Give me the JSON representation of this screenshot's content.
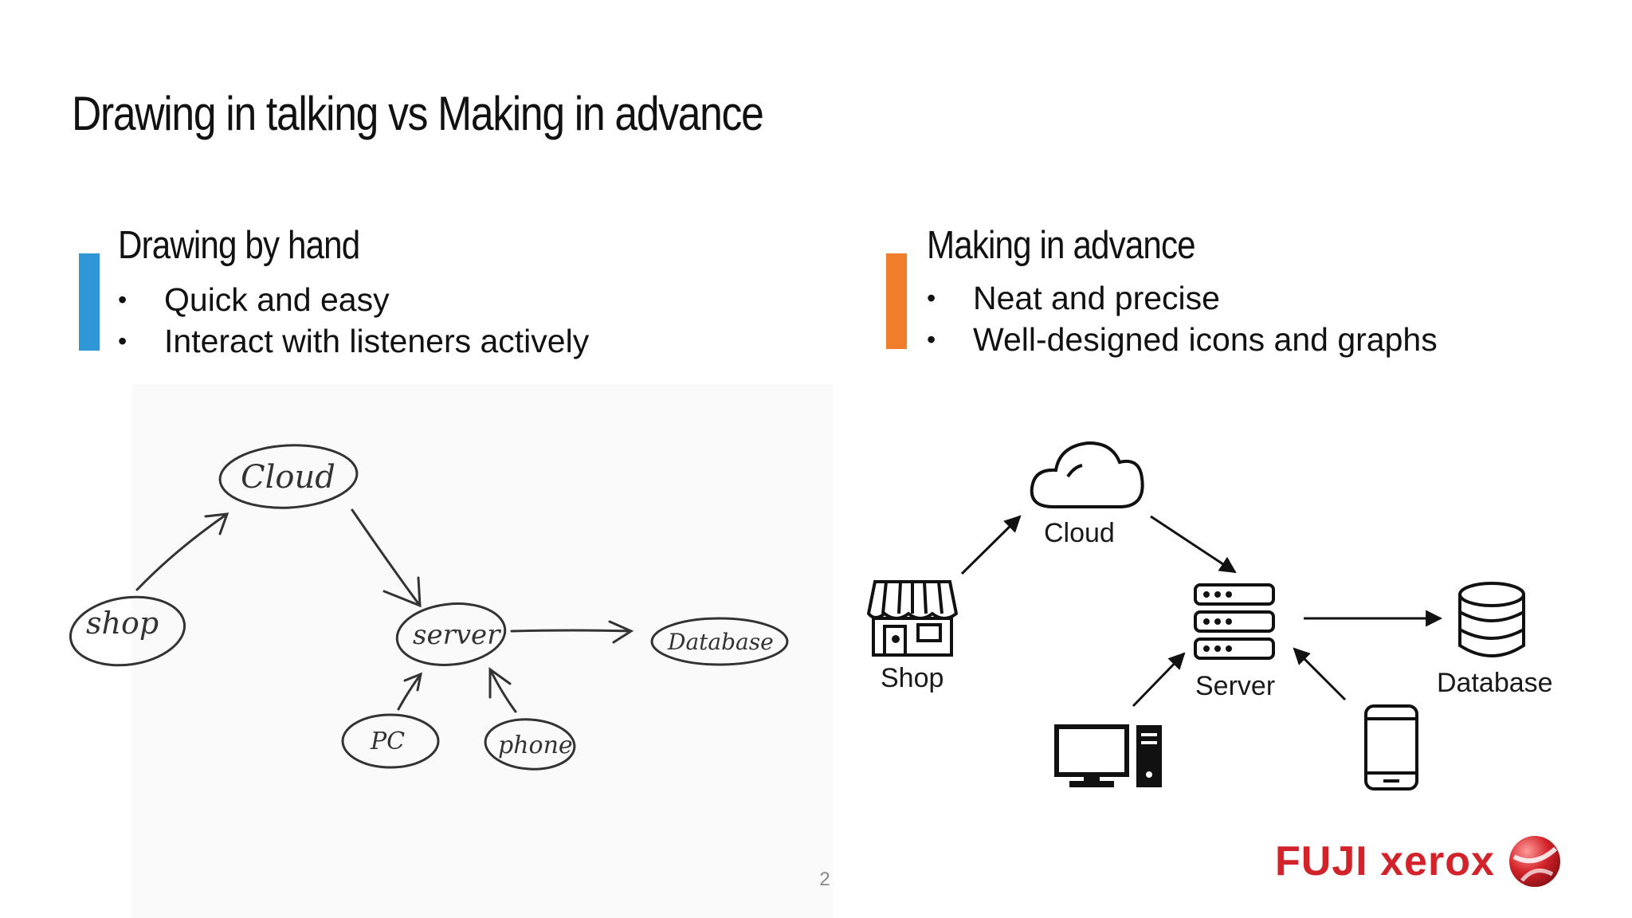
{
  "slide": {
    "title": "Drawing in talking vs Making in advance",
    "page_number": "2",
    "logo_text": "FUJI xerox"
  },
  "left": {
    "heading": "Drawing by hand",
    "accent_color": "#2f97d6",
    "bullets": [
      "Quick and easy",
      "Interact with listeners actively"
    ]
  },
  "right": {
    "heading": "Making in advance",
    "accent_color": "#ef7d2c",
    "bullets": [
      "Neat and precise",
      "Well-designed icons and graphs"
    ]
  },
  "sketch": {
    "nodes": {
      "cloud": "Cloud",
      "shop": "shop",
      "server": "server",
      "database": "Database",
      "pc": "PC",
      "phone": "phone"
    }
  },
  "diagram": {
    "labels": {
      "cloud": "Cloud",
      "shop": "Shop",
      "server": "Server",
      "database": "Database"
    }
  }
}
